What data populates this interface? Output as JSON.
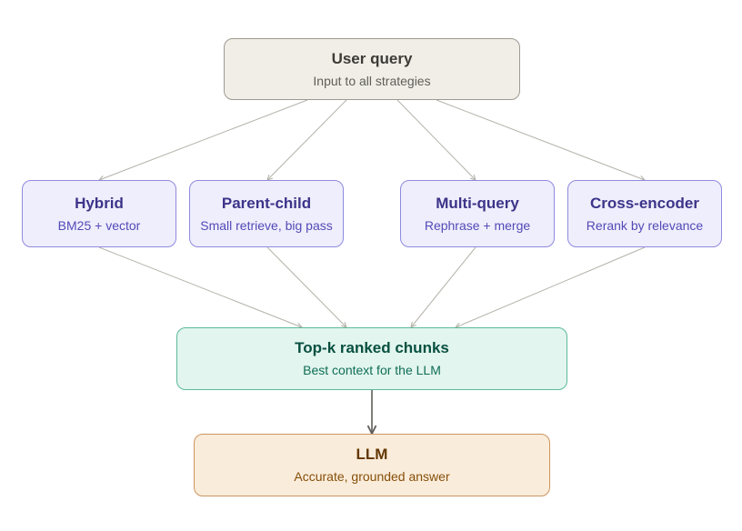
{
  "query": {
    "title": "User query",
    "subtitle": "Input to all strategies"
  },
  "strategies": [
    {
      "title": "Hybrid",
      "subtitle": "BM25 + vector"
    },
    {
      "title": "Parent-child",
      "subtitle": "Small retrieve, big pass"
    },
    {
      "title": "Multi-query",
      "subtitle": "Rephrase + merge"
    },
    {
      "title": "Cross-encoder",
      "subtitle": "Rerank by relevance"
    }
  ],
  "result": {
    "title": "Top-k ranked chunks",
    "subtitle": "Best context for the LLM"
  },
  "llm": {
    "title": "LLM",
    "subtitle": "Accurate, grounded answer"
  },
  "colors": {
    "query_fill": "#f1eee7",
    "strategy_fill": "#efeefc",
    "result_fill": "#e2f5ee",
    "llm_fill": "#faecda",
    "edge": "#b4b2a9",
    "main_edge": "#5f5e5a"
  }
}
